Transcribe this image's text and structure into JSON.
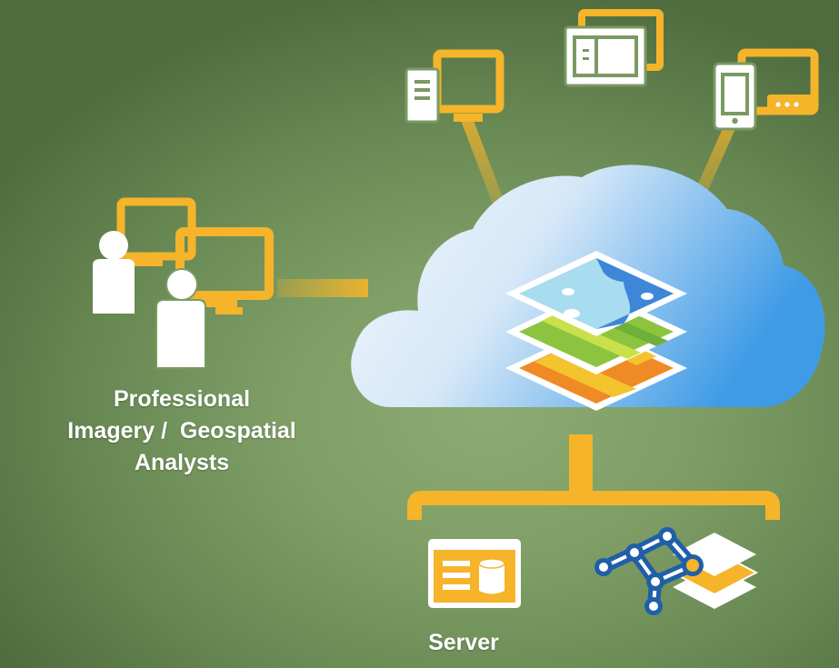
{
  "colors": {
    "background": "#7a9a62",
    "accent_yellow": "#f5b42a",
    "device_white": "#ffffff",
    "cloud_light": "#eef5fc",
    "cloud_blue": "#4aa0e8",
    "map_water": "#3d86d8",
    "map_land": "#a8dcef",
    "green_layer": "#8cc43f",
    "orange_layer": "#f08a24"
  },
  "icons": {
    "desktop": "desktop-computer-icon",
    "tablet": "tablet-icon",
    "mobile": "phone-and-tablet-icon",
    "analysts": "analysts-at-monitors-icon",
    "cloud": "cloud-icon",
    "layers": "map-layers-stack-icon",
    "server": "server-database-icon",
    "network": "network-layers-icon"
  },
  "labels": {
    "analysts": [
      "Professional",
      "Imagery /  Geospatial",
      "Analysts"
    ],
    "server": "Server"
  }
}
